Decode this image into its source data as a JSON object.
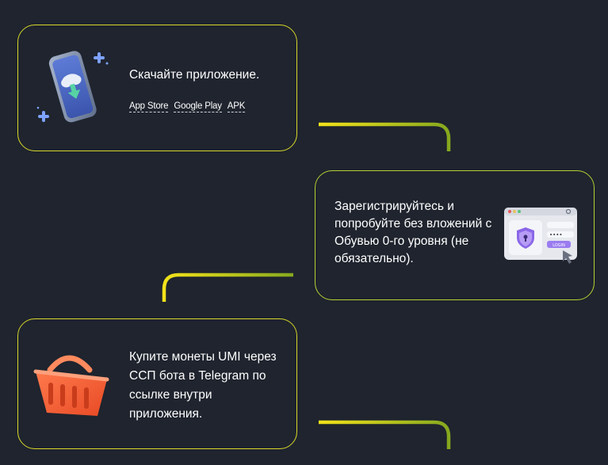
{
  "steps": [
    {
      "title": "Скачайте приложение.",
      "icon": "phone-download-icon",
      "links": [
        {
          "label": "App Store"
        },
        {
          "label": "Google Play"
        },
        {
          "label": "APK"
        }
      ]
    },
    {
      "text": "Зарегистрируйтесь и попробуйте без вложений с Обувью 0-го уровня (не обязательно).",
      "icon": "login-window-icon",
      "icon_button_label": "LOGIN",
      "icon_password_mask": "••••"
    },
    {
      "text": "Купите монеты UMI через ССП бота в Telegram по ссылке внутри приложения.",
      "icon": "shopping-basket-icon"
    }
  ],
  "colors": {
    "background": "#1f242e",
    "card_border_yellow": "#d9d72a",
    "card_border_green": "#b7cf33",
    "connector_start": "#f2e21a",
    "connector_end": "#86a81e"
  }
}
